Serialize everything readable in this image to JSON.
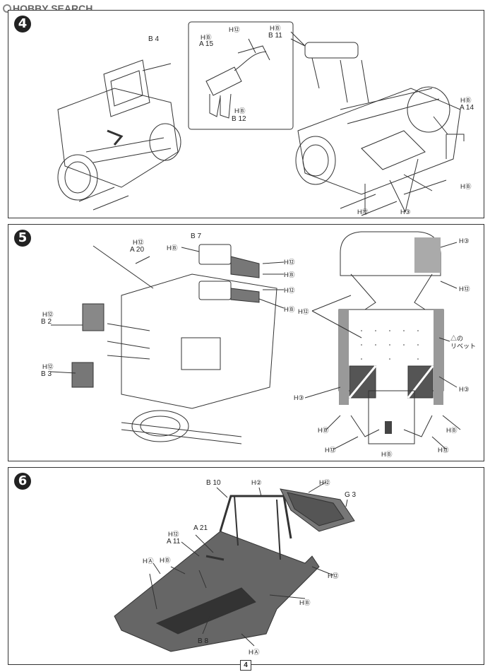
{
  "logo": {
    "text": "HOBBY SEARCH"
  },
  "page_number": "4",
  "steps": [
    {
      "number": "4",
      "labels": {
        "b4": "B 4",
        "inset_hb_1": "HⒷ",
        "inset_a15": "A 15",
        "inset_h12": "H⑫",
        "inset_hb_2": "HⒷ",
        "inset_b11": "B 11",
        "inset_hb_3": "HⒷ",
        "inset_b12": "B 12",
        "hb_right": "HⒷ",
        "a14": "A 14",
        "hb_bottom": "HⒷ",
        "h12_bottom": "H⑫",
        "h3_bottom": "H③"
      }
    },
    {
      "number": "5",
      "labels": {
        "h12_a20": "H⑫",
        "a20": "A 20",
        "b7": "B 7",
        "hb_top": "HⒷ",
        "h12_r1": "H⑫",
        "hb_r1": "HⒷ",
        "h12_r2": "H⑫",
        "hb_r2": "HⒷ",
        "h12_b2": "H⑫",
        "b2": "B 2",
        "h12_b3": "H⑫",
        "b3": "B 3",
        "h3_top": "H③",
        "h12_right": "H⑫",
        "h12_left": "H⑫",
        "rivet": "△の\nリベット",
        "h3_right": "H③",
        "h3_left": "H③",
        "hb_bl": "HⒷ",
        "hb_br": "HⒷ",
        "h12_bl": "H⑫",
        "h12_br": "H⑫",
        "hb_center": "HⒷ"
      }
    },
    {
      "number": "6",
      "labels": {
        "b10": "B 10",
        "h2": "H②",
        "h12_g3": "H⑫",
        "g3": "G 3",
        "h12_a11": "H⑫",
        "a21": "A 21",
        "a11": "A 11",
        "ha_top": "HⒶ",
        "hb": "HⒷ",
        "h12_right": "H⑫",
        "hb_mid": "HⒷ",
        "b8": "B 8",
        "ha_bottom": "HⒶ"
      }
    }
  ]
}
